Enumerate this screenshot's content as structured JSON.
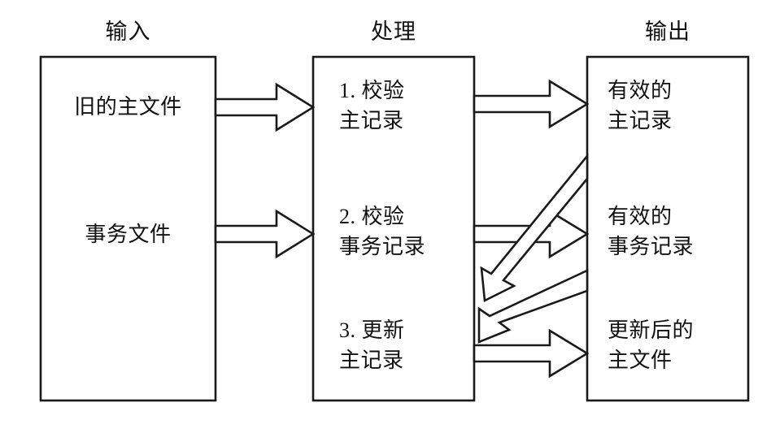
{
  "diagram": {
    "title_row": [
      {
        "name": "input",
        "label": "输入"
      },
      {
        "name": "processing",
        "label": "处理"
      },
      {
        "name": "output",
        "label": "输出"
      }
    ],
    "columns": {
      "input": {
        "heading": "输入",
        "entries": [
          {
            "name": "old-master-file",
            "text": "旧的主文件"
          },
          {
            "name": "transaction-file",
            "text": "事务文件"
          }
        ]
      },
      "processing": {
        "heading": "处理",
        "entries": [
          {
            "name": "step-1-verify-master-record",
            "text": "1. 校验\n主记录"
          },
          {
            "name": "step-2-verify-transaction-record",
            "text": "2. 校验\n事务记录"
          },
          {
            "name": "step-3-update-master-record",
            "text": "3. 更新\n主记录"
          }
        ]
      },
      "output": {
        "heading": "输出",
        "entries": [
          {
            "name": "valid-master-record",
            "text": "有效的\n主记录"
          },
          {
            "name": "valid-transaction-record",
            "text": "有效的\n事务记录"
          },
          {
            "name": "updated-master-file",
            "text": "更新后的\n主文件"
          }
        ]
      }
    },
    "flows": [
      {
        "name": "flow-old-master-file-to-step-1",
        "from": "old-master-file",
        "to": "step-1-verify-master-record",
        "direction": "right"
      },
      {
        "name": "flow-transaction-file-to-step-2",
        "from": "transaction-file",
        "to": "step-2-verify-transaction-record",
        "direction": "right"
      },
      {
        "name": "flow-step-1-to-valid-master-record",
        "from": "step-1-verify-master-record",
        "to": "valid-master-record",
        "direction": "right"
      },
      {
        "name": "flow-step-2-to-valid-transaction-record",
        "from": "step-2-verify-transaction-record",
        "to": "valid-transaction-record",
        "direction": "right"
      },
      {
        "name": "flow-step-3-to-updated-master-file",
        "from": "step-3-update-master-record",
        "to": "updated-master-file",
        "direction": "right"
      },
      {
        "name": "flow-valid-master-record-to-step-3",
        "from": "valid-master-record",
        "to": "step-3-update-master-record",
        "direction": "down-left-diagonal"
      },
      {
        "name": "flow-valid-transaction-record-to-step-3",
        "from": "valid-transaction-record",
        "to": "step-3-update-master-record",
        "direction": "down-left-diagonal"
      }
    ],
    "style": {
      "stroke_color": "#1a1a1a",
      "fill_color": "#ffffff",
      "background_color": "#ffffff",
      "stroke_width": 2.6
    }
  }
}
